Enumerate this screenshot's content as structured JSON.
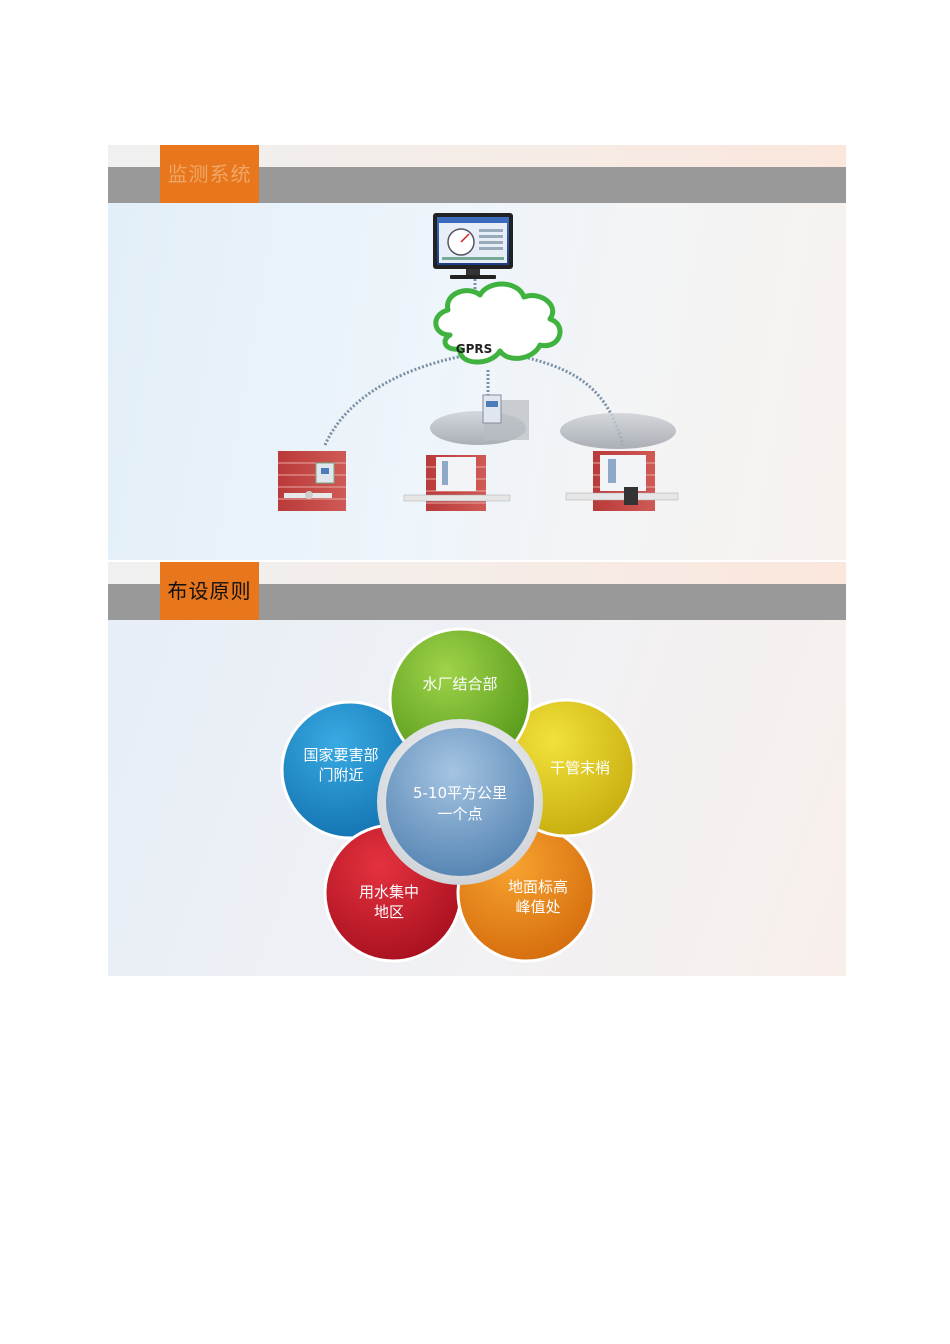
{
  "slide1": {
    "title": "监测系统",
    "cloud_label": "GPRS"
  },
  "slide2": {
    "title": "布设原则",
    "center": {
      "line1": "5-10平方公里",
      "line2": "一个点"
    },
    "petals": [
      {
        "id": "top",
        "line1": "水厂结合部",
        "line2": "",
        "color": "#7cba2a"
      },
      {
        "id": "right",
        "line1": "干管末梢",
        "line2": "",
        "color": "#d7c61a"
      },
      {
        "id": "bottom-right",
        "line1": "地面标高",
        "line2": "峰值处",
        "color": "#e98214"
      },
      {
        "id": "bottom-left",
        "line1": "用水集中",
        "line2": "地区",
        "color": "#c91c2c"
      },
      {
        "id": "left",
        "line1": "国家要害部",
        "line2": "门附近",
        "color": "#1f8fcf"
      }
    ]
  }
}
